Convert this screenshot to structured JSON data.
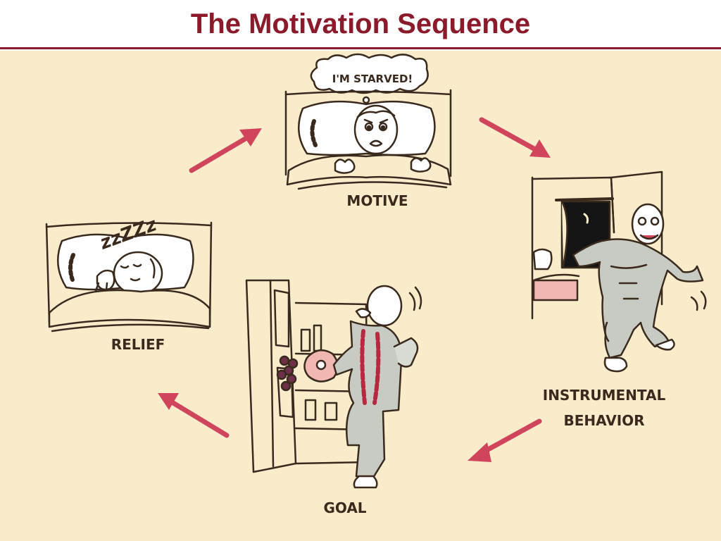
{
  "slide": {
    "title": "The Motivation Sequence",
    "title_color": "#8b1a2b",
    "rule_color": "#8b1a2b",
    "panel_color": "#f8eccb",
    "ink_color": "#3a2a1e",
    "arrow_color": "#d0455c"
  },
  "stages": {
    "motive": {
      "label": "MOTIVE",
      "speech": "I'M STARVED!"
    },
    "instrumental": {
      "label_line1": "INSTRUMENTAL",
      "label_line2": "BEHAVIOR"
    },
    "goal": {
      "label": "GOAL"
    },
    "relief": {
      "label": "RELIEF",
      "snore": "zzZZz"
    }
  }
}
